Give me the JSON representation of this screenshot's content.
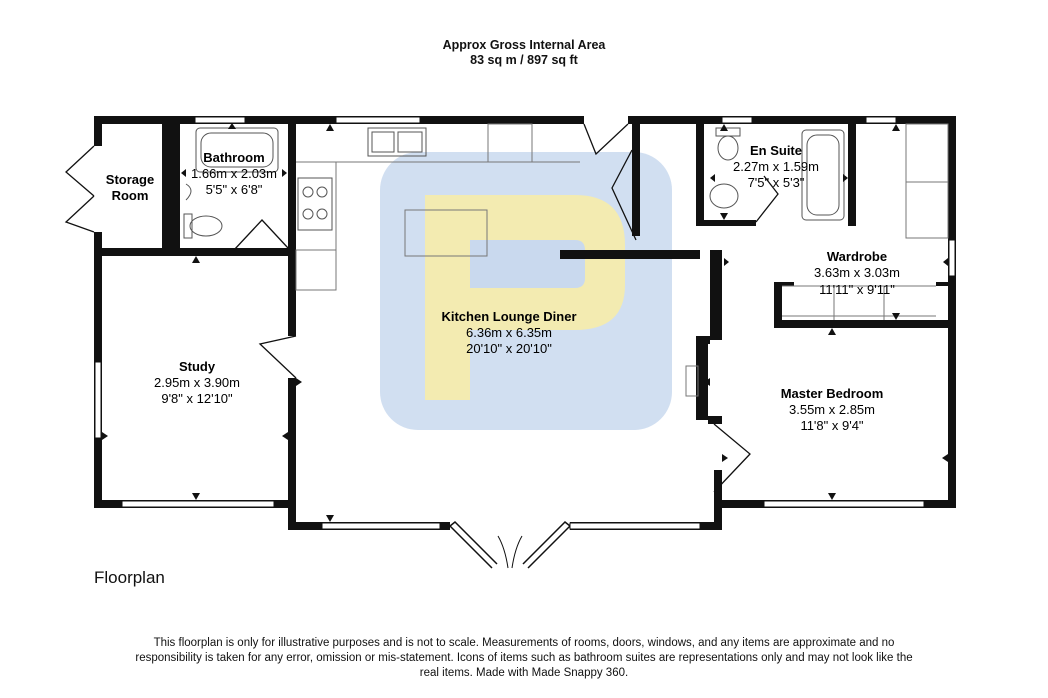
{
  "header": {
    "title": "Approx Gross Internal Area",
    "area": "83 sq m / 897 sq ft"
  },
  "rooms": {
    "storage": {
      "name_line1": "Storage",
      "name_line2": "Room"
    },
    "bathroom": {
      "name": "Bathroom",
      "metric": "1.66m x 2.03m",
      "imperial": "5'5\" x 6'8\""
    },
    "study": {
      "name": "Study",
      "metric": "2.95m x 3.90m",
      "imperial": "9'8\" x 12'10\""
    },
    "kitchen": {
      "name": "Kitchen Lounge Diner",
      "metric": "6.36m x 6.35m",
      "imperial": "20'10\" x 20'10\""
    },
    "ensuite": {
      "name": "En Suite",
      "metric": "2.27m x 1.59m",
      "imperial": "7'5\" x 5'3\""
    },
    "wardrobe": {
      "name": "Wardrobe",
      "metric": "3.63m x 3.03m",
      "imperial": "11'11\" x 9'11\""
    },
    "master": {
      "name": "Master Bedroom",
      "metric": "3.55m x 2.85m",
      "imperial": "11'8\" x 9'4\""
    }
  },
  "plan_label": "Floorplan",
  "disclaimer": "This floorplan is only for illustrative purposes and is not to scale. Measurements of rooms, doors, windows, and any items are approximate and no responsibility is taken for any error, omission or mis-statement. Icons of items such as bathroom suites are representations only and may not look like the real items. Made with Made Snappy 360.",
  "colors": {
    "wall": "#111111",
    "watermark_blue": "#c9d9ee",
    "watermark_yellow": "#f6ecaa"
  },
  "icons": [
    "watermark-logo-icon",
    "bath-icon",
    "toilet-icon",
    "sink-icon",
    "hob-icon",
    "door-swing-icon",
    "dimension-arrow-icon"
  ]
}
